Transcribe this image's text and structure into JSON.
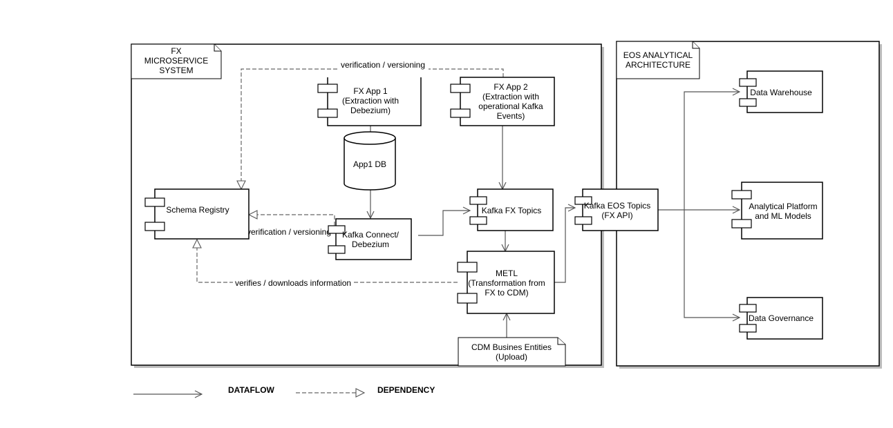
{
  "containers": {
    "fx_system": "FX\nMICROSERVICE\nSYSTEM",
    "eos_arch": "EOS ANALYTICAL\nARCHITECTURE"
  },
  "components": {
    "fx_app1": "FX App 1\n(Extraction with\nDebezium)",
    "fx_app2": "FX App 2\n(Extraction with\noperational Kafka\nEvents)",
    "app1_db": "App1 DB",
    "schema_registry": "Schema Registry",
    "kafka_connect": "Kafka Connect/\nDebezium",
    "kafka_fx_topics": "Kafka FX Topics",
    "metl": "METL\n(Transformation from\nFX to CDM)",
    "cdm_entities": "CDM Busines Entities\n(Upload)",
    "kafka_eos_topics": "Kafka EOS Topics\n(FX API)",
    "data_warehouse": "Data Warehouse",
    "analytical_platform": "Analytical Platform\nand ML Models",
    "data_governance": "Data Governance"
  },
  "edge_labels": {
    "verification_top": "verification / versioning",
    "verification_mid": "verification / versioning",
    "verifies_downloads": "verifies / downloads information"
  },
  "legend": {
    "dataflow": "DATAFLOW",
    "dependency": "DEPENDENCY"
  }
}
